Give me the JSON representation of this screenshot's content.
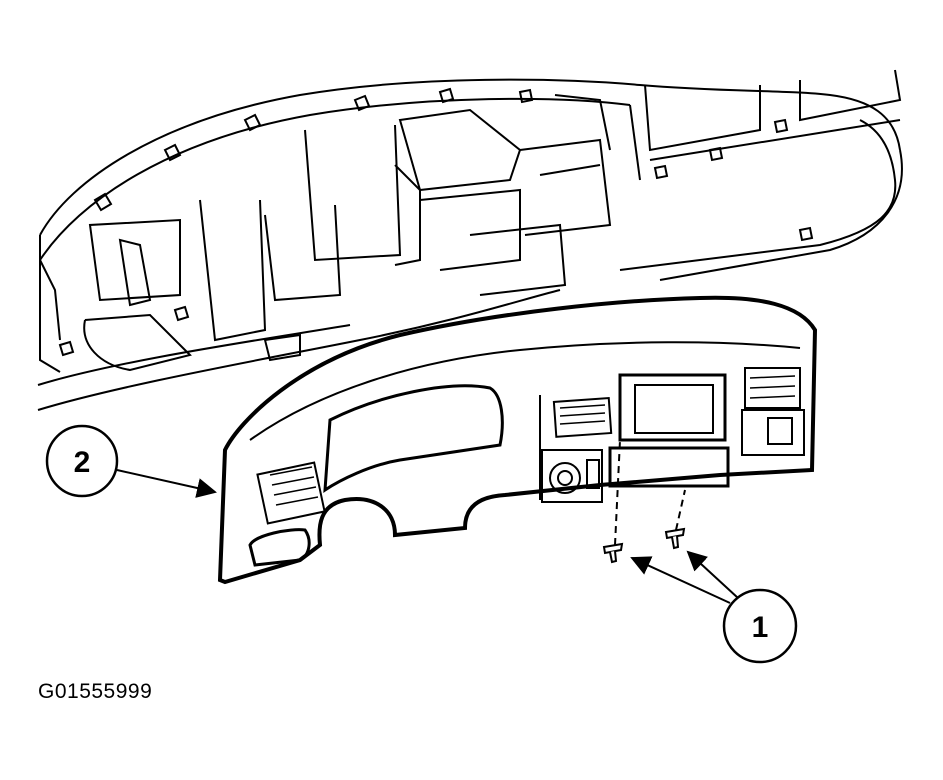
{
  "figure": {
    "id_label": "G01555999",
    "callouts": [
      {
        "number": "1",
        "points_to": "screws"
      },
      {
        "number": "2",
        "points_to": "instrument-panel-finish-panel"
      }
    ]
  }
}
